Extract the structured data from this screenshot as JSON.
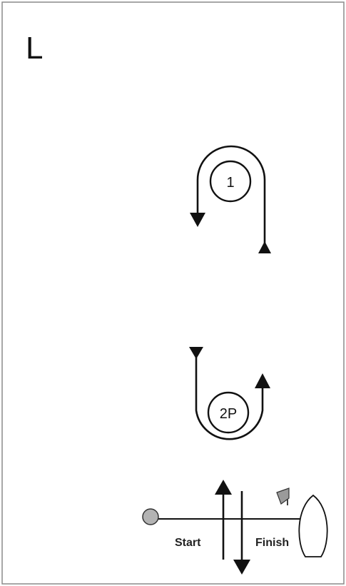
{
  "course": {
    "letter": "L",
    "marks": [
      {
        "label": "1"
      },
      {
        "label": "2P"
      }
    ],
    "start_label": "Start",
    "finish_label": "Finish"
  },
  "colors": {
    "line": "#111111",
    "border": "#8a8a8a",
    "pin_buoy": "#b3b3b3",
    "flag": "#9a9a9a"
  },
  "icons": {
    "pin_end": "circle-buoy-icon",
    "committee_boat": "boat-with-flag-icon"
  }
}
